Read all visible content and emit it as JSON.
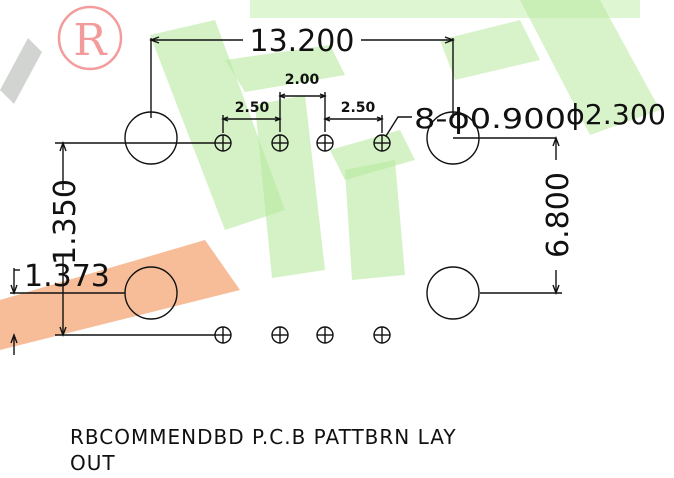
{
  "watermark": {
    "logo_letter": "R",
    "colors": {
      "green": "#b8ea9e",
      "orange": "#f6b287",
      "gray": "#c9ccc9",
      "red": "#f07a7a"
    }
  },
  "dimensions": {
    "overall_width": "13.200",
    "pitch_center": "2.00",
    "pitch_left": "2.50",
    "pitch_right": "2.50",
    "small_hole_callout": "8-ϕ0.900",
    "large_hole_callout": "ϕ2.300",
    "left_vertical": "1.350",
    "right_vertical": "6.800",
    "row_offset": "1.373"
  },
  "caption": {
    "line1": "RBCOMMENDBD P.C.B PATTBRN LAY",
    "line2": "OUT"
  }
}
